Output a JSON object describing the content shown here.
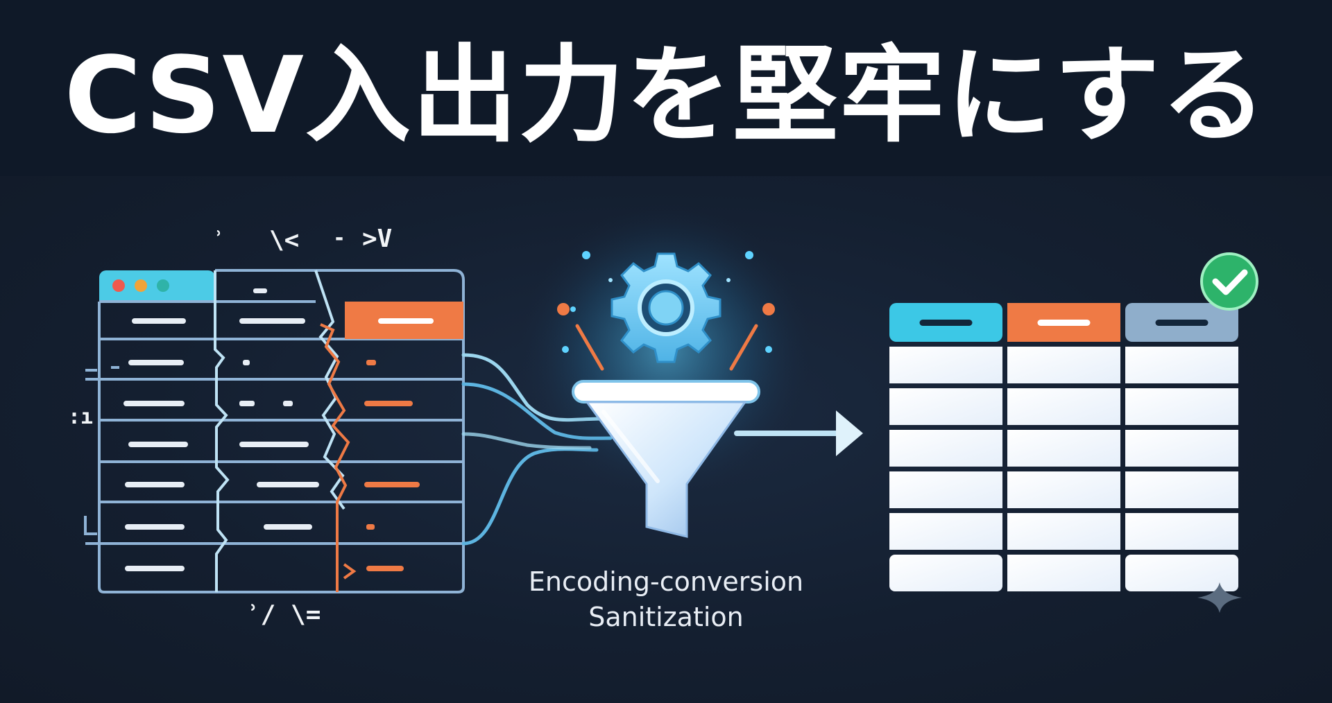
{
  "title": "CSV入出力を堅牢にする",
  "process_label": {
    "line1": "Encoding-conversion",
    "line2": "Sanitization"
  },
  "icons": {
    "input": "broken-csv-table-icon",
    "process_gear": "gear-icon",
    "process_funnel": "funnel-icon",
    "output": "clean-table-icon",
    "status": "checkmark-badge-icon",
    "corner": "sparkle-icon"
  },
  "colors": {
    "background": "#131d2c",
    "title_band": "#0f1928",
    "cyan": "#3cc8e6",
    "orange": "#ef7a45",
    "blue_gray": "#8faecb",
    "green": "#2db36a",
    "window_dot_red": "#ef5a4e",
    "window_dot_yellow": "#f0a33a",
    "window_dot_teal": "#2fb3a8"
  }
}
